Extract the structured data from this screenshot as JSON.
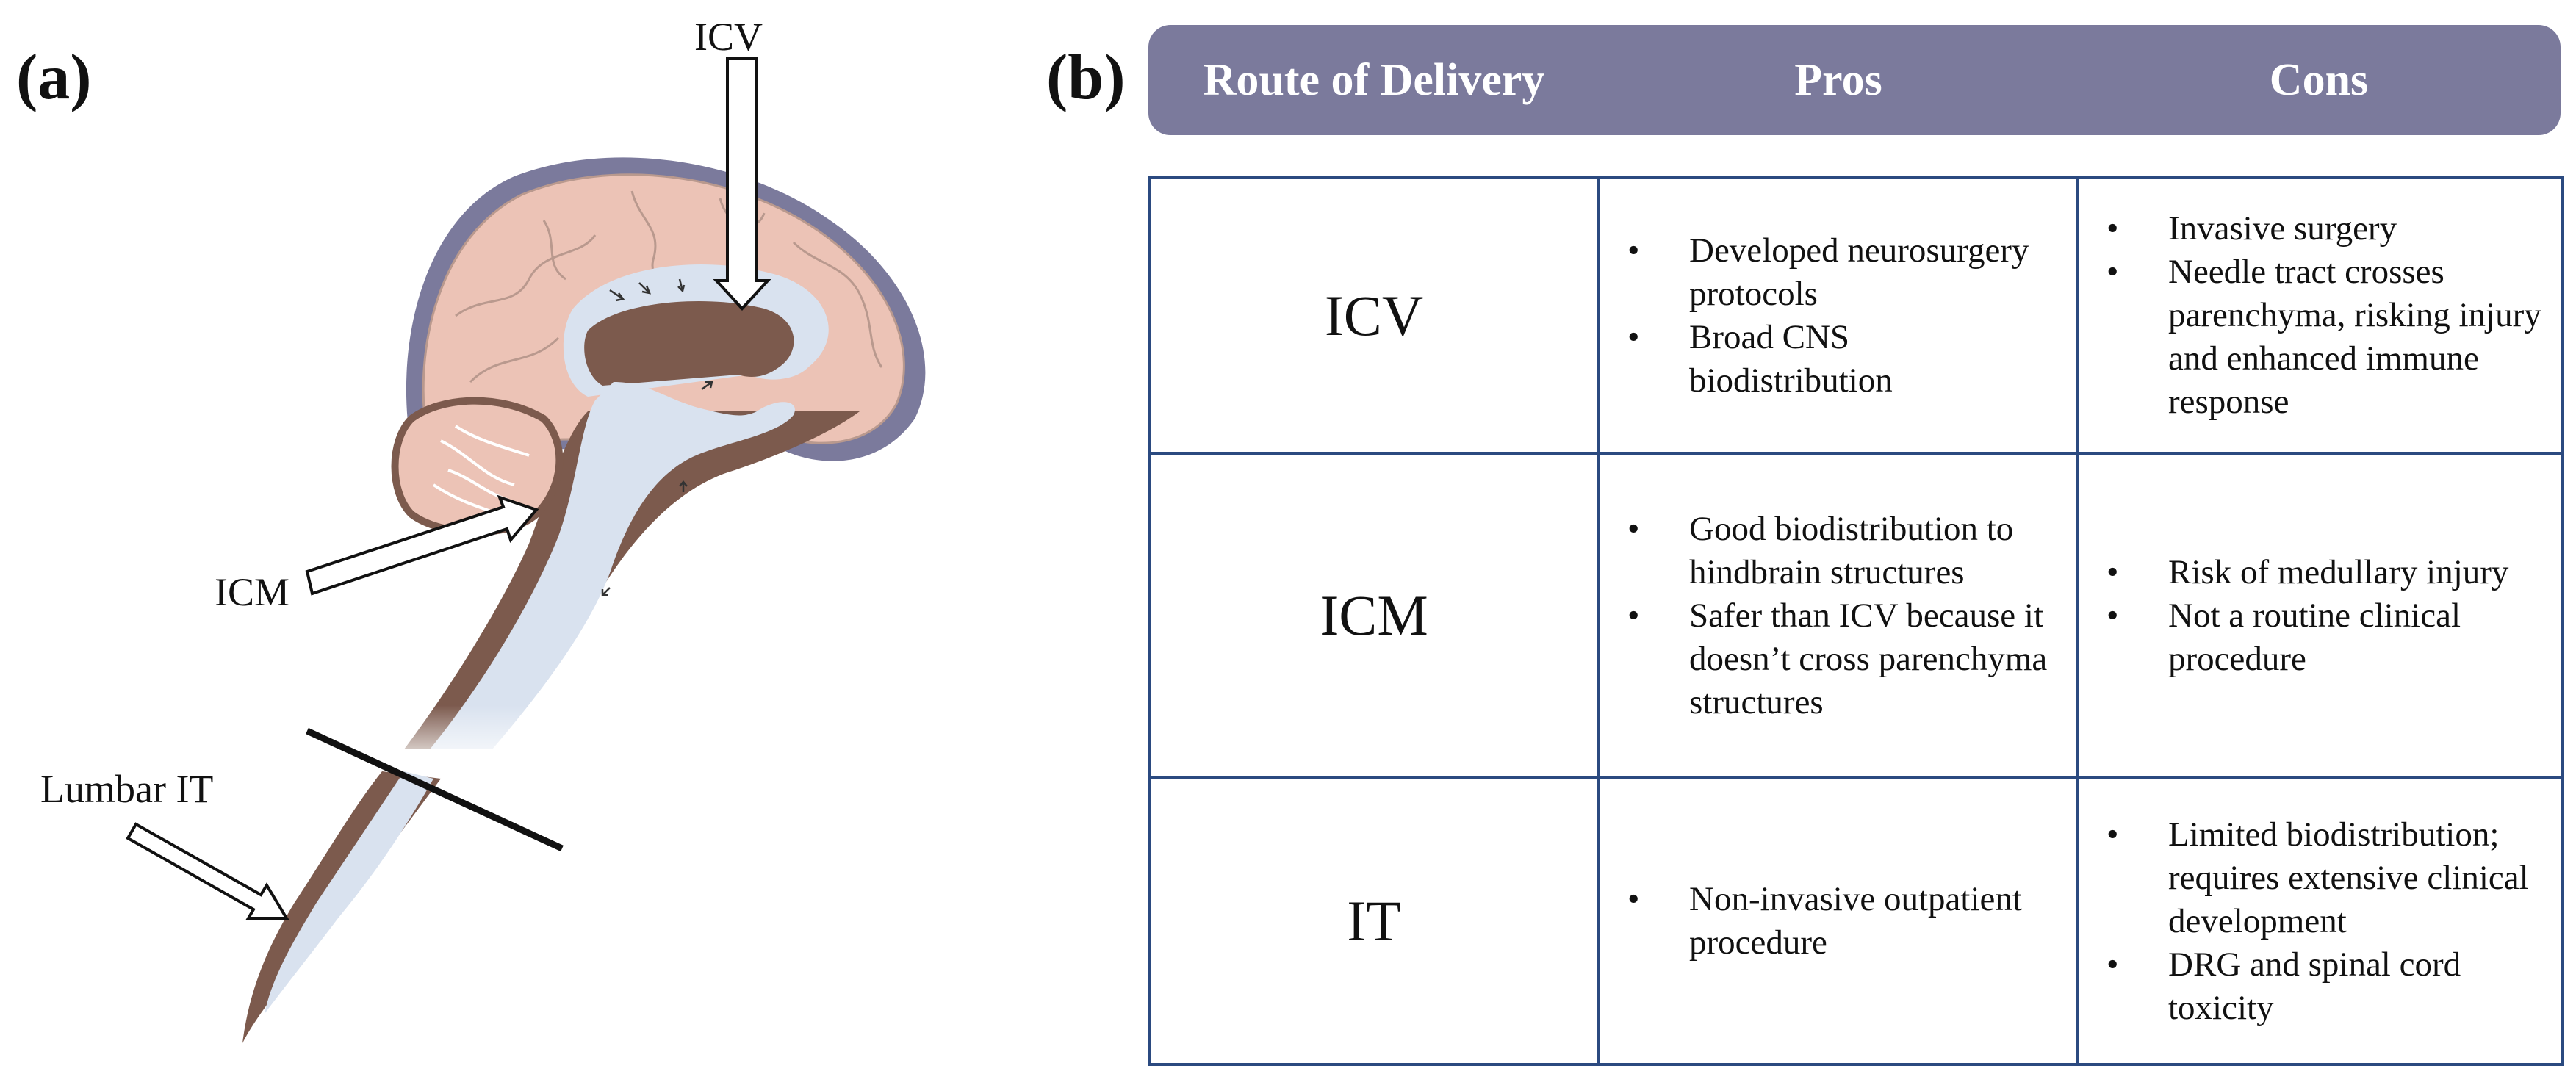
{
  "panels": {
    "a": "(a)",
    "b": "(b)"
  },
  "diagram": {
    "labels": {
      "icv": "ICV",
      "icm": "ICM",
      "lumbar": "Lumbar IT"
    }
  },
  "colors": {
    "dura": "#7b7a9c",
    "brain": "#ecc3b6",
    "brain_outline": "#b9998e",
    "csf": "#d9e2ef",
    "tissue_dark": "#7c5a4d",
    "header_bg": "#7b7a9c",
    "table_border": "#2b4a80"
  },
  "table": {
    "headers": [
      "Route of Delivery",
      "Pros",
      "Cons"
    ],
    "rows": [
      {
        "route": "ICV",
        "pros": [
          "Developed neurosurgery protocols",
          "Broad CNS biodistribution"
        ],
        "cons": [
          "Invasive surgery",
          "Needle tract crosses parenchyma, risking injury and enhanced immune response"
        ]
      },
      {
        "route": "ICM",
        "pros": [
          "Good biodistribution to hindbrain structures",
          "Safer than ICV because it doesn’t cross parenchyma structures"
        ],
        "cons": [
          "Risk of medullary injury",
          "Not a routine clinical procedure"
        ]
      },
      {
        "route": "IT",
        "pros": [
          "Non-invasive outpatient procedure"
        ],
        "cons": [
          "Limited biodistribution; requires extensive clinical development",
          "DRG and spinal cord toxicity"
        ]
      }
    ]
  }
}
